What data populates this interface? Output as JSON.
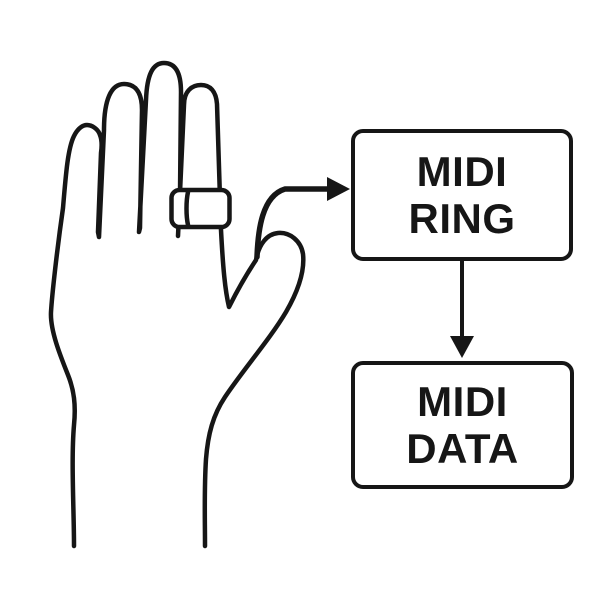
{
  "colors": {
    "ink": "#161616",
    "background": "#ffffff"
  },
  "nodes": {
    "ring": {
      "line1": "MIDI",
      "line2": "RING"
    },
    "data": {
      "line1": "MIDI",
      "line2": "DATA"
    }
  },
  "icons": {
    "hand": "hand-outline-icon",
    "ring_device": "ring-band-icon",
    "arrow_to_ring_box": "curved-right-arrow-icon",
    "arrow_ring_to_data": "down-arrow-icon"
  }
}
